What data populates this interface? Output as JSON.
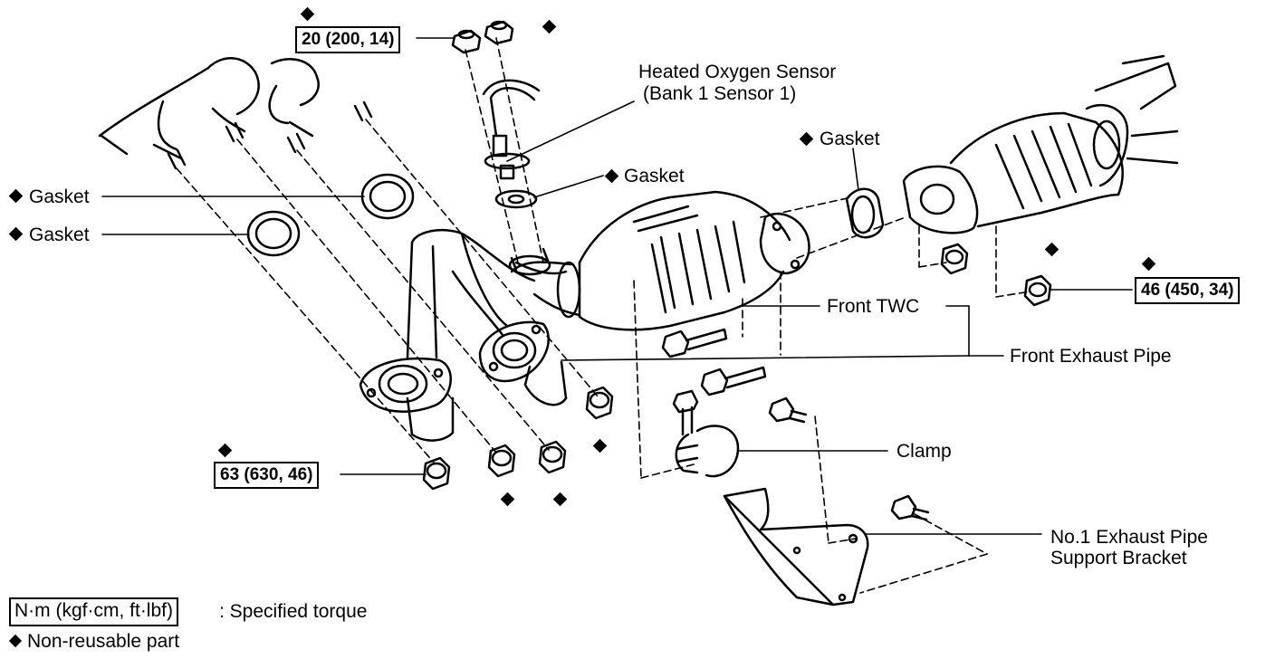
{
  "callouts": {
    "heated_oxygen_sensor": "Heated Oxygen Sensor",
    "bank1_sensor1": "(Bank 1 Sensor 1)",
    "gasket_o2": "Gasket",
    "gasket_left_upper": "Gasket",
    "gasket_left_lower": "Gasket",
    "gasket_right": "Gasket",
    "front_twc": "Front TWC",
    "front_exhaust_pipe": "Front Exhaust Pipe",
    "clamp": "Clamp",
    "support_bracket_line1": "No.1 Exhaust Pipe",
    "support_bracket_line2": "Support Bracket"
  },
  "torque": {
    "sensor_nuts": "20 (200, 14)",
    "manifold_nuts": "63 (630, 46)",
    "twc_nuts": "46 (450, 34)"
  },
  "legend": {
    "torque_unit": "N·m (kgf·cm, ft·lbf)",
    "torque_desc": ": Specified torque",
    "non_reusable": "Non-reusable part"
  },
  "marker_icon": "diamond-icon",
  "colors": {
    "ink": "#000000",
    "paper": "#ffffff"
  }
}
